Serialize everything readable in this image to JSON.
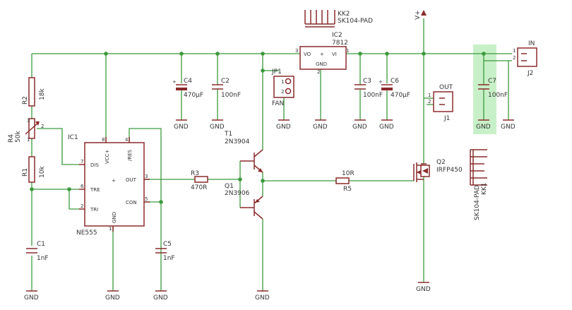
{
  "labels": {
    "kk2": "KK2",
    "kk2_val": "SK104-PAD",
    "ic2": "IC2",
    "ic2_val": "7812",
    "ic2_vo": "VO",
    "ic2_vi": "VI",
    "ic2_gnd": "GND",
    "ic2_plus": "+",
    "pin1": "1",
    "pin2": "2",
    "pin3": "3",
    "pin4": "4",
    "pin5": "5",
    "pin6": "6",
    "pin7": "7",
    "pin8": "8",
    "vplus": "V+",
    "in": "IN",
    "j2": "J2",
    "out": "OUT",
    "j1": "J1",
    "jp1": "JP1",
    "fan": "FAN",
    "c4": "C4",
    "c4_val": "470µF",
    "c2": "C2",
    "c2_val": "100nF",
    "c3": "C3",
    "c3_val": "100nF",
    "c6": "C6",
    "c6_val": "470µF",
    "c7": "C7",
    "c7_val": "100nF",
    "c1": "C1",
    "c1_val": "1nF",
    "c5": "C5",
    "c5_val": "1nF",
    "r2": "R2",
    "r2_val": "18k",
    "r4": "R4",
    "r4_val": "50k",
    "r1": "R1",
    "r1_val": "10k",
    "r3": "R3",
    "r3_val": "470R",
    "r5": "R5",
    "r5_val": "10R",
    "ic1": "IC1",
    "ic1_val": "NE555",
    "ic1_dis": "DIS",
    "ic1_vcc": "VCC+",
    "ic1_res": "/RES",
    "ic1_out": "OUT",
    "ic1_tre": "TRE",
    "ic1_con": "CON",
    "ic1_tri": "TRI",
    "ic1_gnd": "GND",
    "ic1_plus": "+",
    "t1": "T1",
    "t1_val": "2N3904",
    "q1": "Q1",
    "q1_val": "2N3906",
    "q2": "Q2",
    "q2_val": "IRFP450",
    "kk1": "KK1",
    "kk1_val": "SK104-PAD",
    "gnd": "GND"
  },
  "colors": {
    "wire": "#3c9a3c",
    "part": "#8b2a2a",
    "text": "#333333",
    "highlight": "#c8f0c8"
  }
}
